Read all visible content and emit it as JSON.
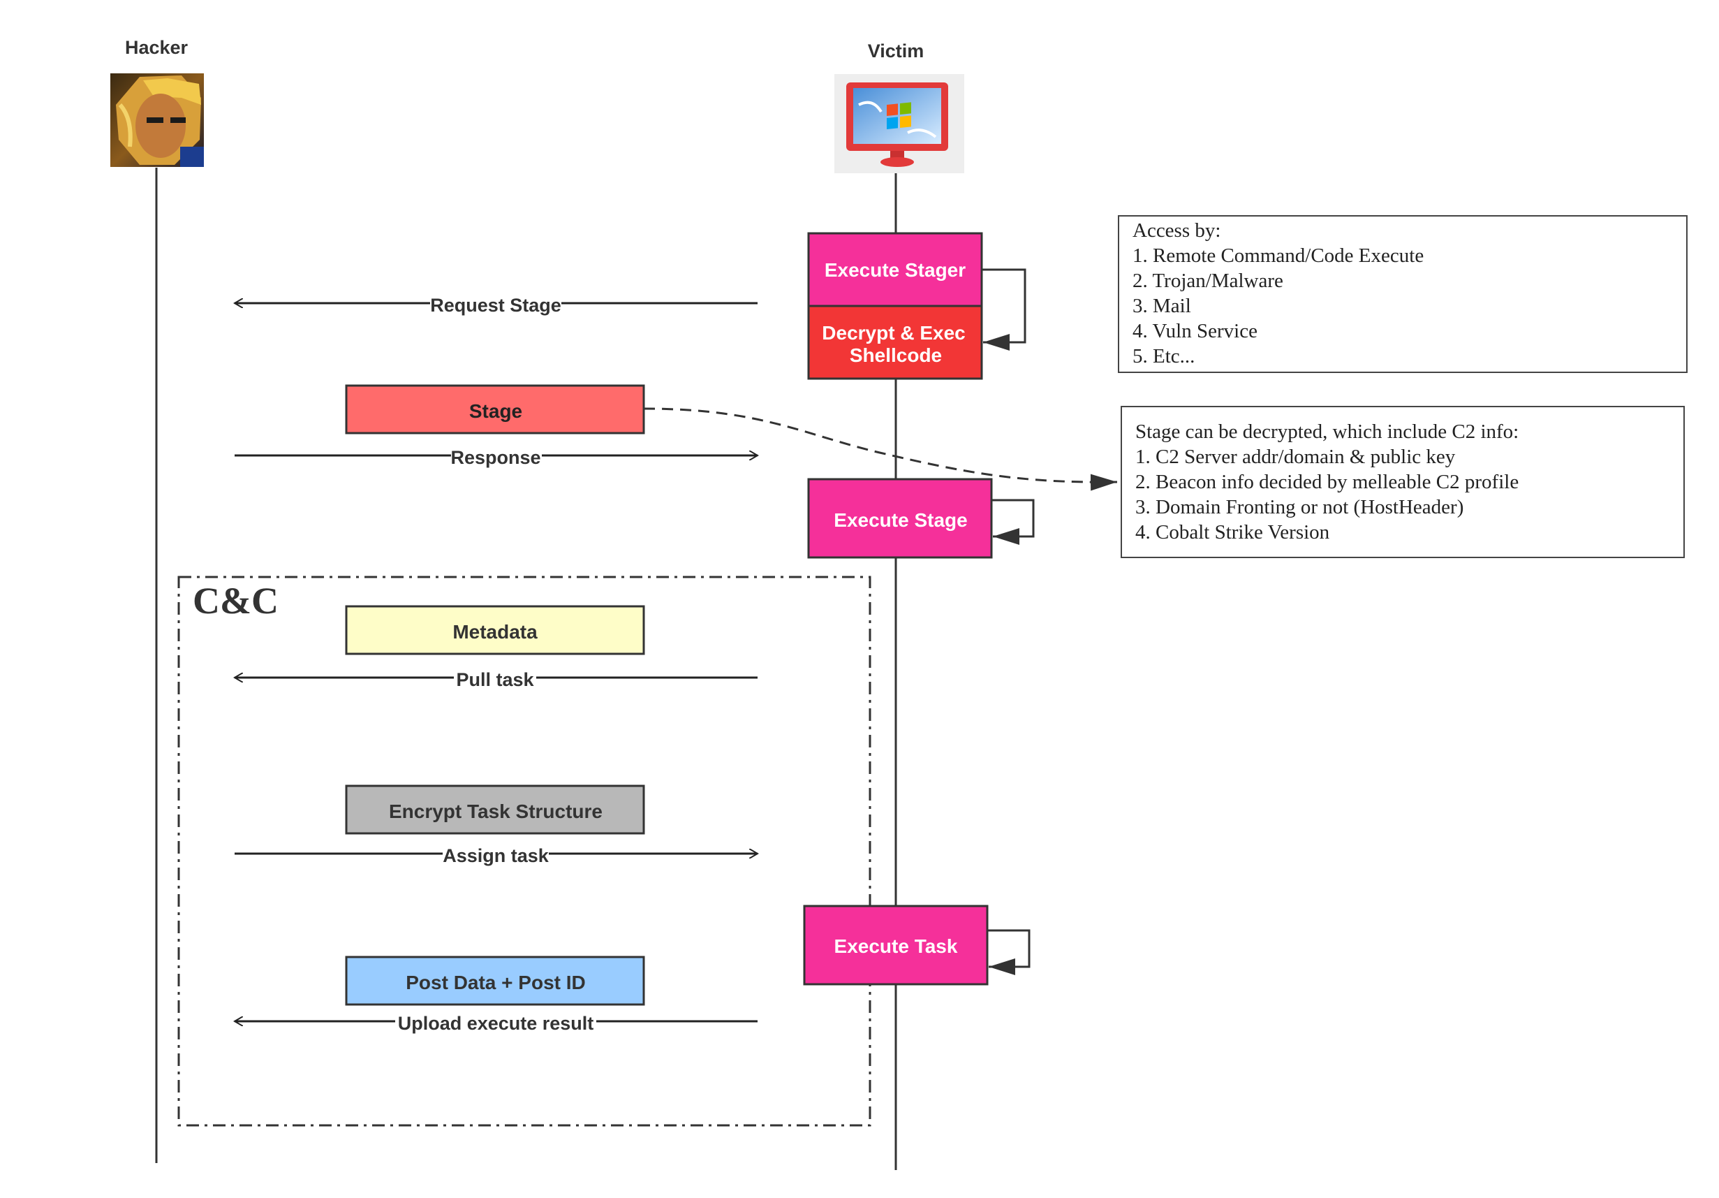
{
  "actors": {
    "hacker": "Hacker",
    "victim": "Victim"
  },
  "steps": {
    "execute_stager": "Execute Stager",
    "decrypt_exec_line1": "Decrypt & Exec",
    "decrypt_exec_line2": "Shellcode",
    "stage": "Stage",
    "execute_stage": "Execute Stage",
    "metadata": "Metadata",
    "encrypt_task_structure": "Encrypt Task Structure",
    "execute_task": "Execute Task",
    "post_data": "Post Data + Post ID"
  },
  "messages": {
    "request_stage": "Request Stage",
    "response": "Response",
    "pull_task": "Pull task",
    "assign_task": "Assign task",
    "upload_execute_result": "Upload execute result"
  },
  "group": {
    "label": "C&C"
  },
  "notes": {
    "access": {
      "title": "Access by:",
      "items": [
        "1.  Remote Command/Code Execute",
        "2.  Trojan/Malware",
        "3.  Mail",
        "4.  Vuln Service",
        "5.  Etc..."
      ]
    },
    "stage_info": {
      "title": "Stage can be decrypted, which include C2 info:",
      "items": [
        "1.  C2  Server addr/domain & public key",
        "2.  Beacon info decided by melleable C2 profile",
        "3.  Domain Fronting or not (HostHeader)",
        "4.  Cobalt Strike Version"
      ]
    }
  },
  "colors": {
    "execute": "#F5309A",
    "decrypt": "#F23636",
    "stage": "#FF6B6B",
    "metadata": "#FEFDC8",
    "encrypt": "#B8B8B8",
    "post": "#99CCFF",
    "line": "#333333"
  }
}
